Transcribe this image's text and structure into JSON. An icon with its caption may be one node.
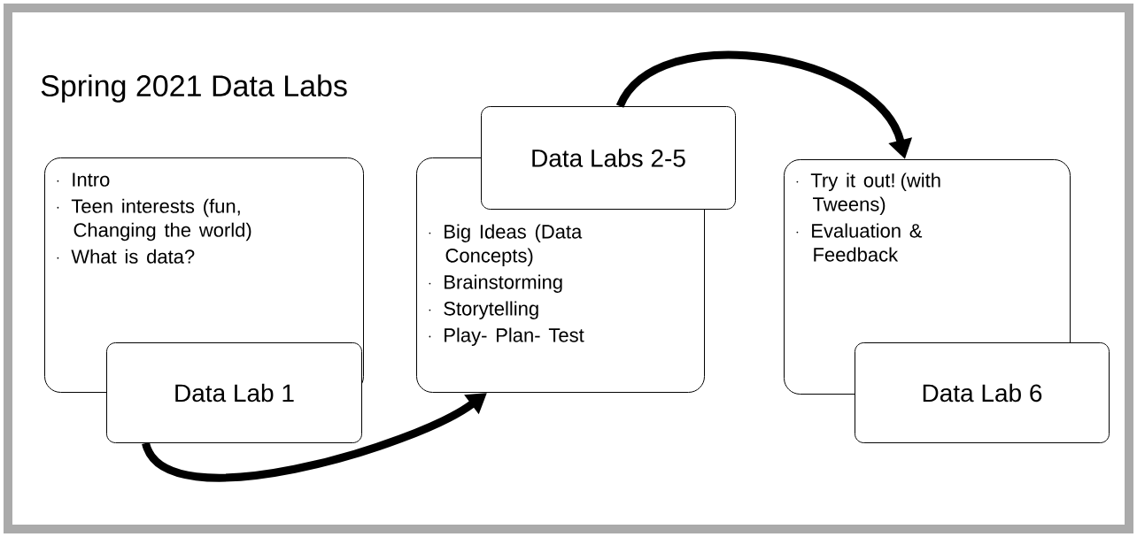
{
  "diagram": {
    "title": "Spring 2021 Data Labs",
    "nodes": [
      {
        "text": [
          "Intro",
          "Teen interests (fun, Changing the world)",
          "What is data?"
        ]
      },
      {
        "text": [
          "Data Lab 1"
        ]
      },
      {
        "text": [
          "Data Labs 2-5"
        ]
      },
      {
        "text": [
          "Big Ideas (Data Concepts)",
          "Brainstorming",
          "Storytelling",
          "Play- Plan- Test"
        ]
      },
      {
        "text": [
          "Try it out! (with Tweens)",
          "Evaluation & Feedback"
        ]
      },
      {
        "text": [
          "Data Lab 6"
        ]
      }
    ],
    "edges": [
      {
        "from": 1,
        "to": 3,
        "arrow": "to"
      },
      {
        "from": 2,
        "to": 4,
        "arrow": "to"
      }
    ]
  }
}
